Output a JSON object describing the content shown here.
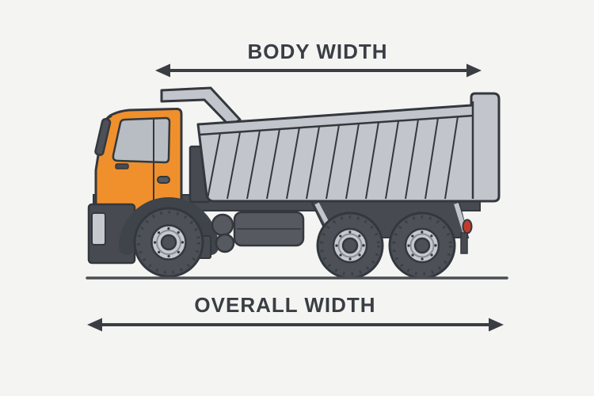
{
  "diagram": {
    "subject": "dump-truck-side-view",
    "labels": {
      "top": "BODY WIDTH",
      "bottom": "OVERALL WIDTH"
    }
  },
  "colors": {
    "background": "#f4f4f2",
    "text_and_arrows": "#3a3e44",
    "line_dark": "#33383e",
    "cab_orange": "#f0902c",
    "bed_gray": "#c2c5cb",
    "window_gray": "#b8bcc3",
    "chassis_dark": "#474b51",
    "tank_gray": "#565a60",
    "tire_dark": "#4d5157",
    "hub_gray": "#c6c9ce",
    "taillight_red": "#c23b2a"
  }
}
